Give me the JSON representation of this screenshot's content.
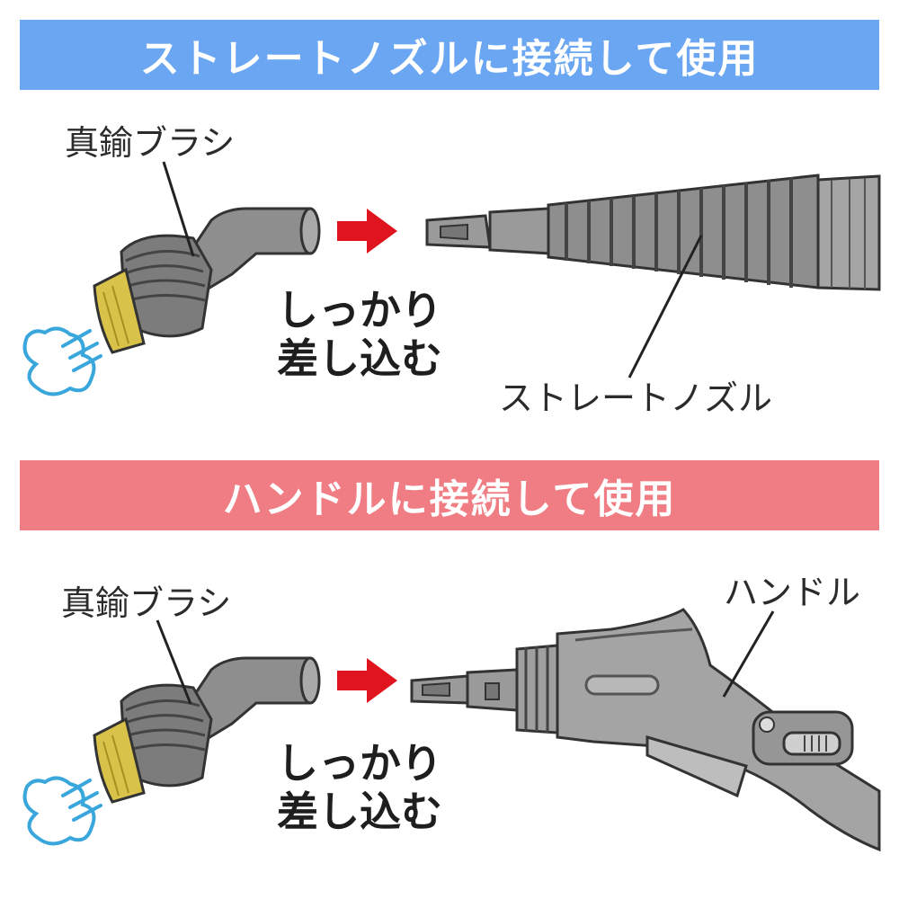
{
  "section_straight": {
    "banner": "ストレートノズルに接続して使用",
    "brush_label": "真鍮ブラシ",
    "instruction_line1": "しっかり",
    "instruction_line2": "差し込む",
    "nozzle_label": "ストレートノズル"
  },
  "section_handle": {
    "banner": "ハンドルに接続して使用",
    "brush_label": "真鍮ブラシ",
    "instruction_line1": "しっかり",
    "instruction_line2": "差し込む",
    "handle_label": "ハンドル"
  },
  "colors": {
    "banner_blue": "#6aa6f2",
    "banner_pink": "#f07d83",
    "arrow_red": "#e0141e",
    "brass": "#d9c24a",
    "steam_blue": "#3aa7dc",
    "part_gray": "#8a8a8a"
  },
  "icons": [
    "arrow-right-icon",
    "steam-icon",
    "brass-brush-icon",
    "straight-nozzle-icon",
    "handle-icon"
  ]
}
